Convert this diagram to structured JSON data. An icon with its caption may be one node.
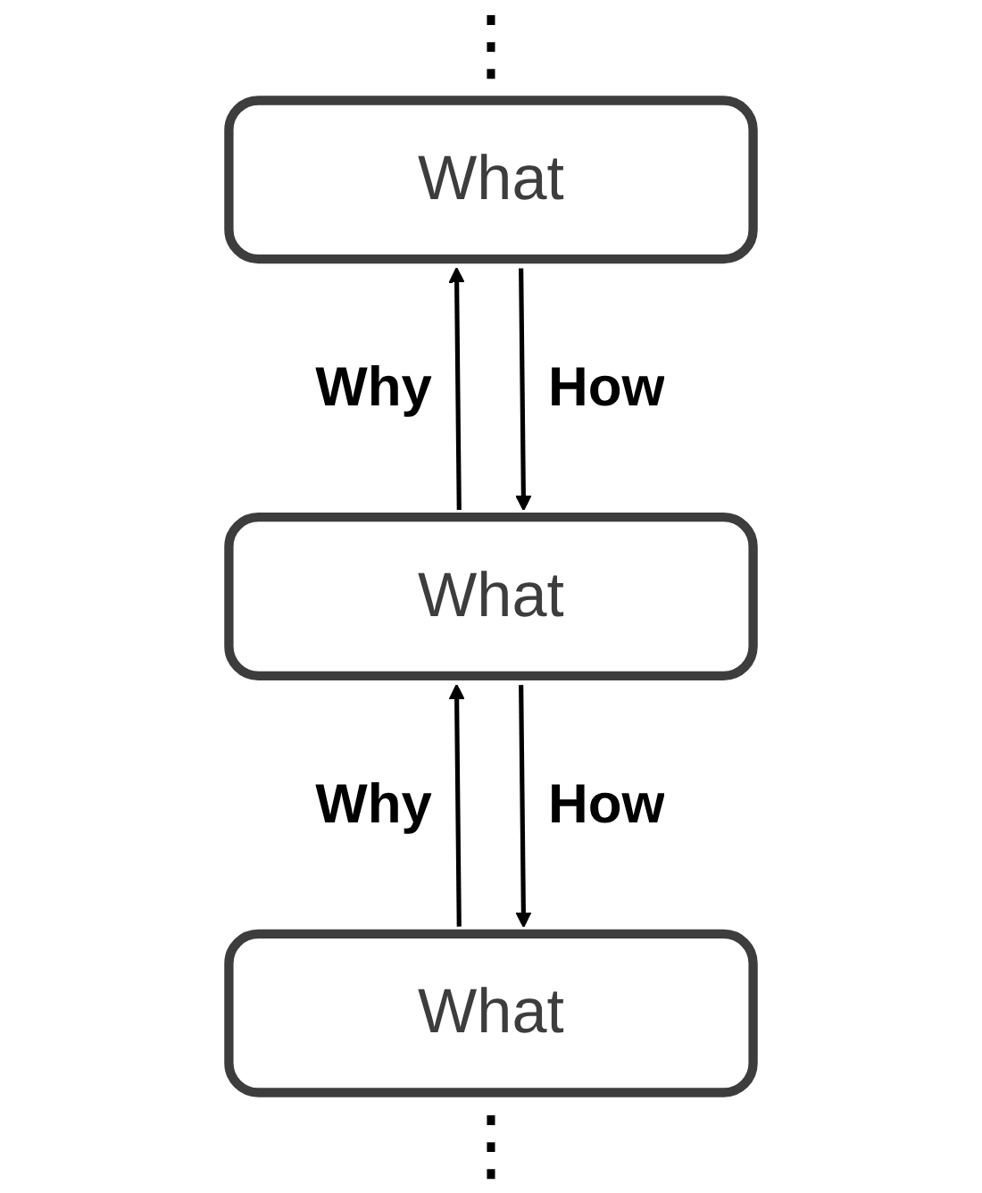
{
  "diagram": {
    "nodes": [
      {
        "text": [
          "What"
        ]
      },
      {
        "text": [
          "What"
        ]
      },
      {
        "text": [
          "What"
        ]
      }
    ],
    "edges": [
      {
        "from": 1,
        "to": 0,
        "arrow": "to",
        "label": "Why"
      },
      {
        "from": 0,
        "to": 1,
        "arrow": "to",
        "label": "How"
      },
      {
        "from": 2,
        "to": 1,
        "arrow": "to",
        "label": "Why"
      },
      {
        "from": 1,
        "to": 2,
        "arrow": "to",
        "label": "How"
      }
    ],
    "labels": [
      "⋮",
      "⋮"
    ]
  }
}
